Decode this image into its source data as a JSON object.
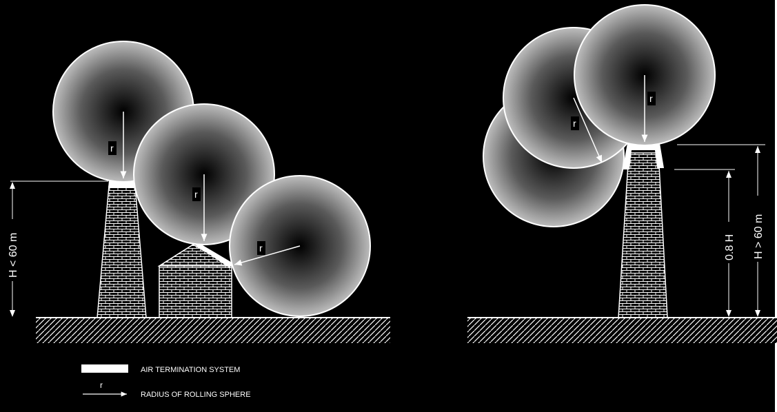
{
  "left_diagram": {
    "sphere_labels": [
      "r",
      "r",
      "r"
    ],
    "height_label": "H < 60 m"
  },
  "right_diagram": {
    "sphere_labels": [
      "r",
      "r"
    ],
    "height_label_inner": "0.8 H",
    "height_label_outer": "H > 60 m"
  },
  "legend": {
    "air_termination_label": "AIR TERMINATION SYSTEM",
    "radius_symbol": "r",
    "radius_label": "RADIUS OF ROLLING SPHERE"
  },
  "colors": {
    "background": "#000000",
    "line": "#ffffff",
    "sphere_edge": "#ffffff",
    "sphere_center": "#000000",
    "sphere_outer": "#bdbdbd"
  }
}
